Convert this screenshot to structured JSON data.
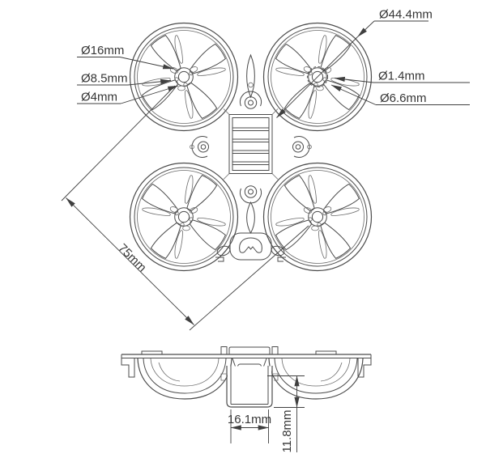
{
  "drawing": {
    "title": "quadcopter-frame-dimension-drawing",
    "colors": {
      "line": "#4b4b4b",
      "dimension": "#3f3f3f",
      "text": "#353535",
      "background": "#ffffff"
    }
  },
  "labels": {
    "duct_outer_diameter": "Ø44.4mm",
    "mount_circle_diameter": "Ø16mm",
    "hub_diameter": "Ø8.5mm",
    "shaft_hole_diameter": "Ø4mm",
    "screw_hole_diameter": "Ø1.4mm",
    "motor_bore_diameter": "Ø6.6mm",
    "wheelbase": "75mm",
    "bay_width": "16.1mm",
    "bay_height": "11.8mm"
  }
}
